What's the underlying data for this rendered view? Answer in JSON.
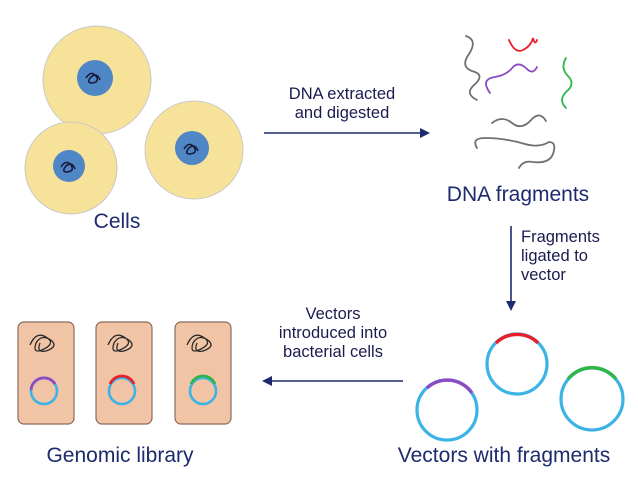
{
  "labels": {
    "cells": "Cells",
    "step1_line1": "DNA extracted",
    "step1_line2": "and digested",
    "dna_fragments": "DNA fragments",
    "step2_line1": "Fragments",
    "step2_line2": "ligated to",
    "step2_line3": "vector",
    "step3_line1": "Vectors",
    "step3_line2": "introduced into",
    "step3_line3": "bacterial cells",
    "vectors_with_fragments": "Vectors with fragments",
    "genomic_library": "Genomic library"
  },
  "colors": {
    "cell_cytoplasm": "#f7e29a",
    "cell_nucleus": "#4f86c6",
    "arrow": "#1e2a6e",
    "bacterium": "#f2c4a6",
    "vector_ring": "#3bb3e6",
    "insert_red": "#e8202a",
    "insert_green": "#2fb54a",
    "insert_purple": "#8a4bc4",
    "fragment_gray": "#707070"
  }
}
